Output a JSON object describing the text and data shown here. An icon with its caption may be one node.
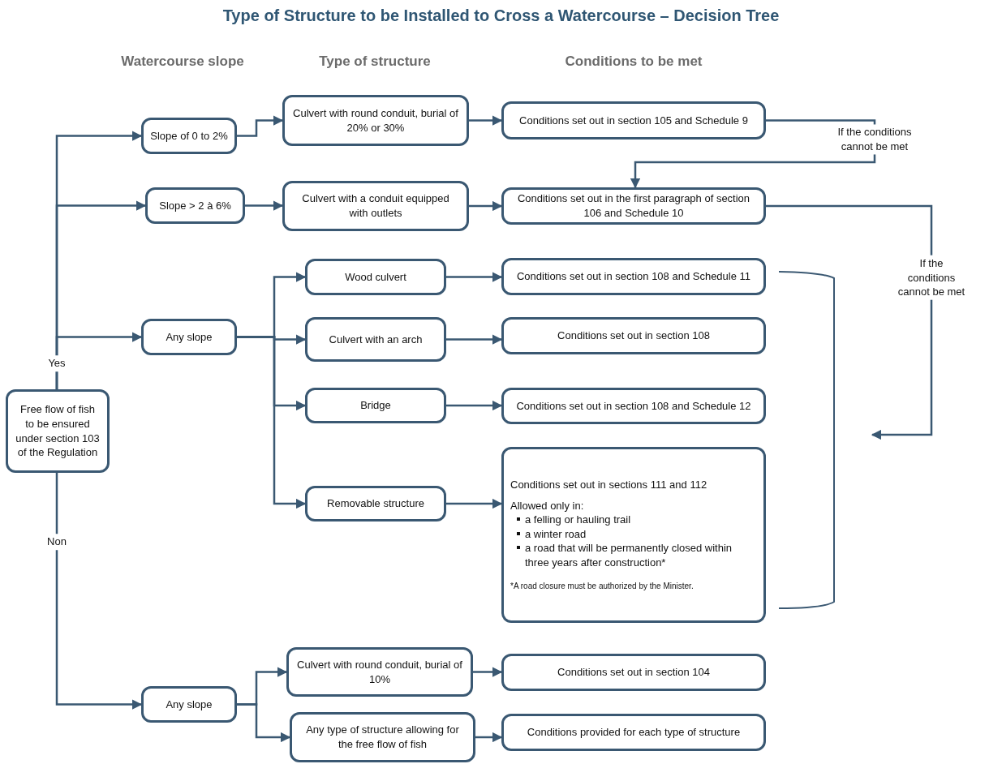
{
  "diagram": {
    "title": "Type of Structure to be Installed to Cross a Watercourse – Decision Tree",
    "nodes": [
      {
        "text": [
          "Free flow of fish to be ensured under section 103 of the Regulation"
        ]
      },
      {
        "text": [
          "Slope of 0 to 2%"
        ]
      },
      {
        "text": [
          "Slope > 2 à 6%"
        ]
      },
      {
        "text": [
          "Any slope"
        ]
      },
      {
        "text": [
          "Any slope"
        ]
      },
      {
        "text": [
          "Culvert with round conduit, burial of 20% or 30%"
        ]
      },
      {
        "text": [
          "Culvert with a conduit equipped with outlets"
        ]
      },
      {
        "text": [
          "Wood culvert"
        ]
      },
      {
        "text": [
          "Culvert with an arch"
        ]
      },
      {
        "text": [
          "Bridge"
        ]
      },
      {
        "text": [
          "Removable structure"
        ]
      },
      {
        "text": [
          "Culvert with round conduit, burial of 10%"
        ]
      },
      {
        "text": [
          "Any type of structure allowing for the free flow of fish"
        ]
      },
      {
        "text": [
          "Conditions set out in section 105 and Schedule 9"
        ]
      },
      {
        "text": [
          "Conditions set out in the first paragraph of section 106 and Schedule 10"
        ]
      },
      {
        "text": [
          "Conditions set out in section 108 and Schedule 11"
        ]
      },
      {
        "text": [
          "Conditions set out in section 108"
        ]
      },
      {
        "text": [
          "Conditions set out in section 108 and Schedule 12"
        ]
      },
      {
        "text": [
          "Conditions set out in sections 111 and 112",
          "Allowed only in:",
          "a felling or hauling trail",
          "a winter road",
          "a road that will be permanently closed within three years after construction*",
          "*A road closure must be authorized by the Minister."
        ]
      },
      {
        "text": [
          "Conditions set out in section 104"
        ]
      },
      {
        "text": [
          "Conditions provided for each type of structure"
        ]
      }
    ],
    "edges": [
      {
        "from": 0,
        "to": 1,
        "arrow": "to"
      },
      {
        "from": 0,
        "to": 2,
        "arrow": "to"
      },
      {
        "from": 0,
        "to": 3,
        "arrow": "to",
        "label": "Yes"
      },
      {
        "from": 0,
        "to": 4,
        "arrow": "to",
        "label": "Non"
      },
      {
        "from": 1,
        "to": 5,
        "arrow": "to"
      },
      {
        "from": 2,
        "to": 6,
        "arrow": "to"
      },
      {
        "from": 3,
        "to": 7,
        "arrow": "to"
      },
      {
        "from": 3,
        "to": 8,
        "arrow": "to"
      },
      {
        "from": 3,
        "to": 9,
        "arrow": "to"
      },
      {
        "from": 3,
        "to": 10,
        "arrow": "to"
      },
      {
        "from": 4,
        "to": 11,
        "arrow": "to"
      },
      {
        "from": 4,
        "to": 12,
        "arrow": "to"
      },
      {
        "from": 5,
        "to": 13,
        "arrow": "to"
      },
      {
        "from": 6,
        "to": 14,
        "arrow": "to"
      },
      {
        "from": 7,
        "to": 15,
        "arrow": "to"
      },
      {
        "from": 8,
        "to": 16,
        "arrow": "to"
      },
      {
        "from": 9,
        "to": 17,
        "arrow": "to"
      },
      {
        "from": 10,
        "to": 18,
        "arrow": "to"
      },
      {
        "from": 11,
        "to": 19,
        "arrow": "to"
      },
      {
        "from": 12,
        "to": 20,
        "arrow": "to"
      },
      {
        "from": 13,
        "to": 14,
        "arrow": "to",
        "label": "If the conditions cannot be met"
      },
      {
        "from": 14,
        "to": null,
        "arrow": "to",
        "label": "If the conditions cannot be met"
      }
    ],
    "labels": [
      "Watercourse slope",
      "Type of structure",
      "Conditions to be met"
    ]
  }
}
